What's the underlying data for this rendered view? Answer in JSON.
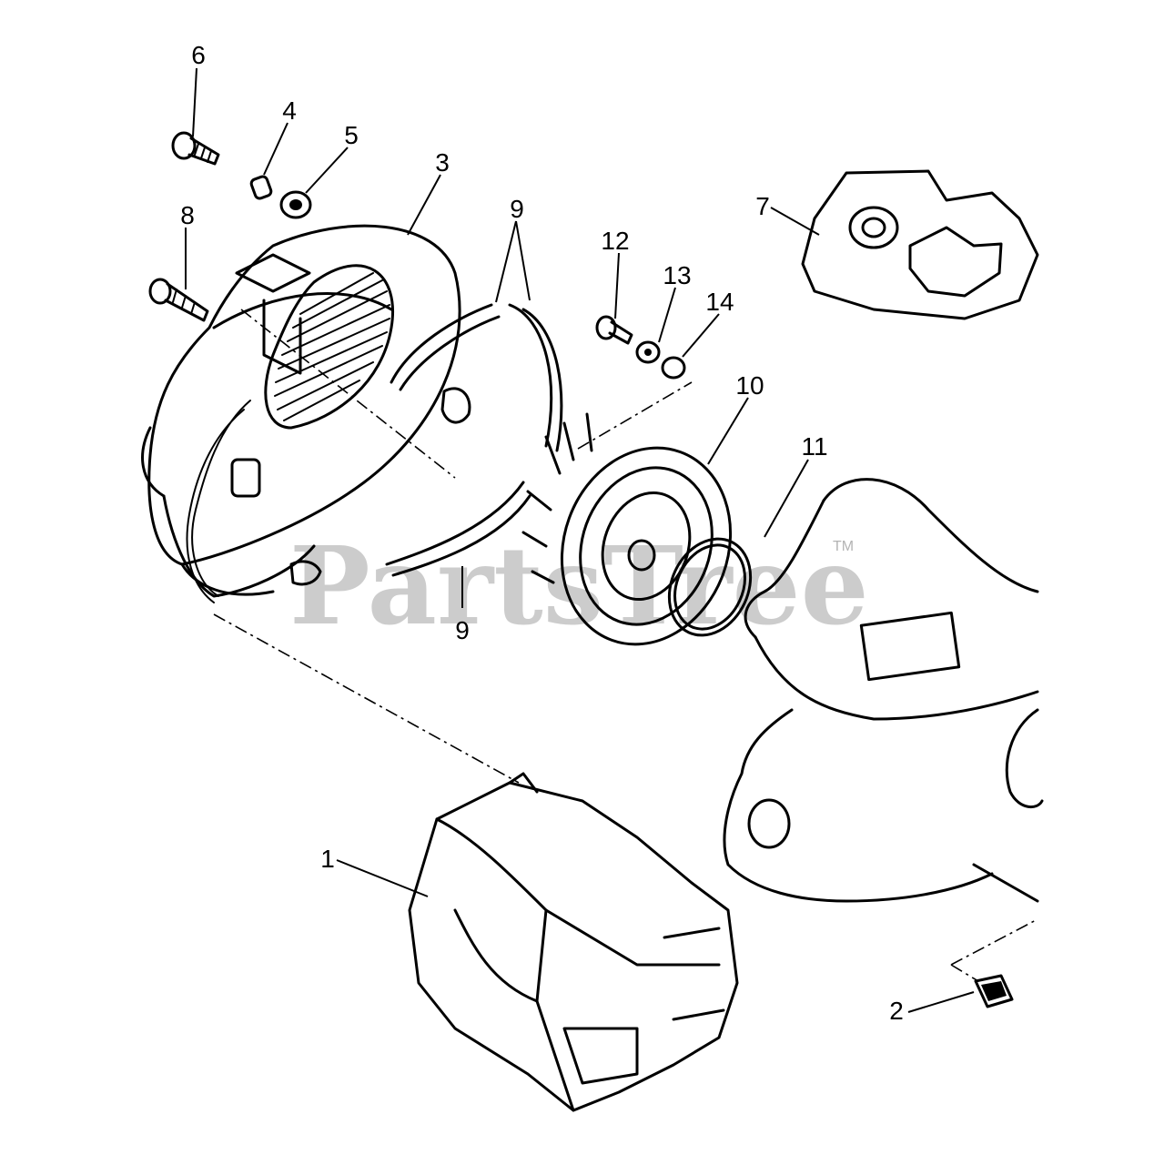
{
  "labels": {
    "p1": "1",
    "p2": "2",
    "p3": "3",
    "p4": "4",
    "p5": "5",
    "p6": "6",
    "p7": "7",
    "p8": "8",
    "p9a": "9",
    "p9b": "9",
    "p10": "10",
    "p11": "11",
    "p12": "12",
    "p13": "13",
    "p14": "14"
  },
  "watermark": {
    "text": "PartsTree",
    "tm": "TM"
  }
}
